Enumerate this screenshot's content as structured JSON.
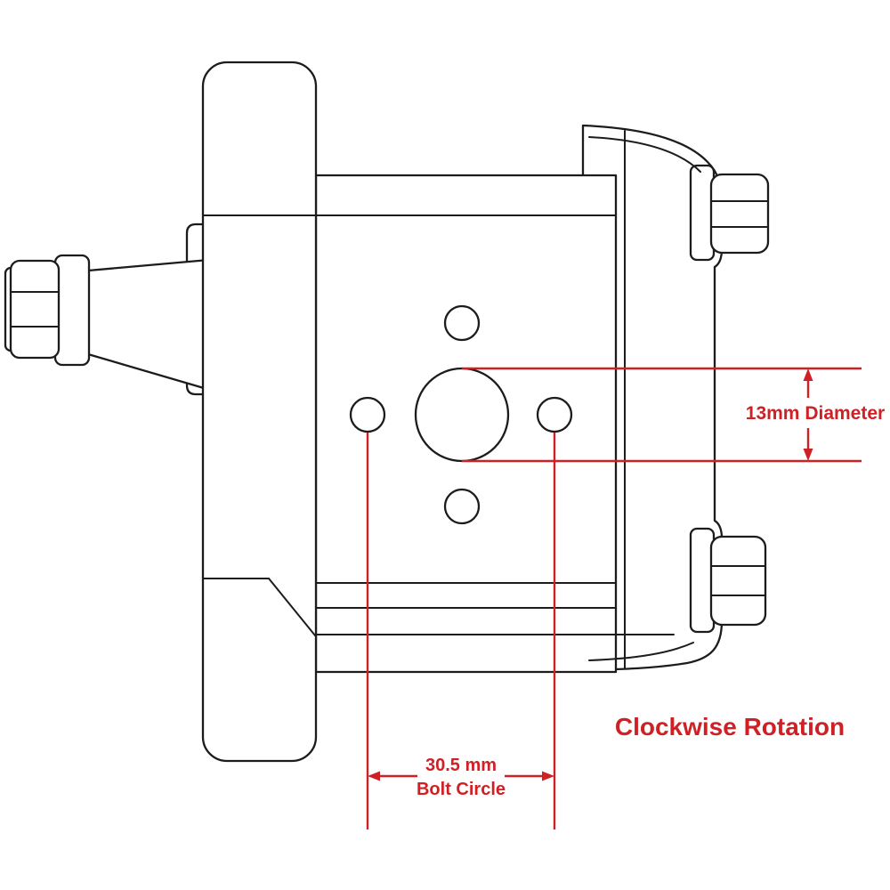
{
  "colors": {
    "line_art": "#1c1c1c",
    "dimension_red": "#cf2026",
    "background": "#ffffff"
  },
  "annotations": {
    "diameter": {
      "label": "13mm Diameter"
    },
    "bolt_circle": {
      "value": "30.5 mm",
      "label": "Bolt Circle"
    },
    "rotation": {
      "label": "Clockwise Rotation"
    }
  }
}
